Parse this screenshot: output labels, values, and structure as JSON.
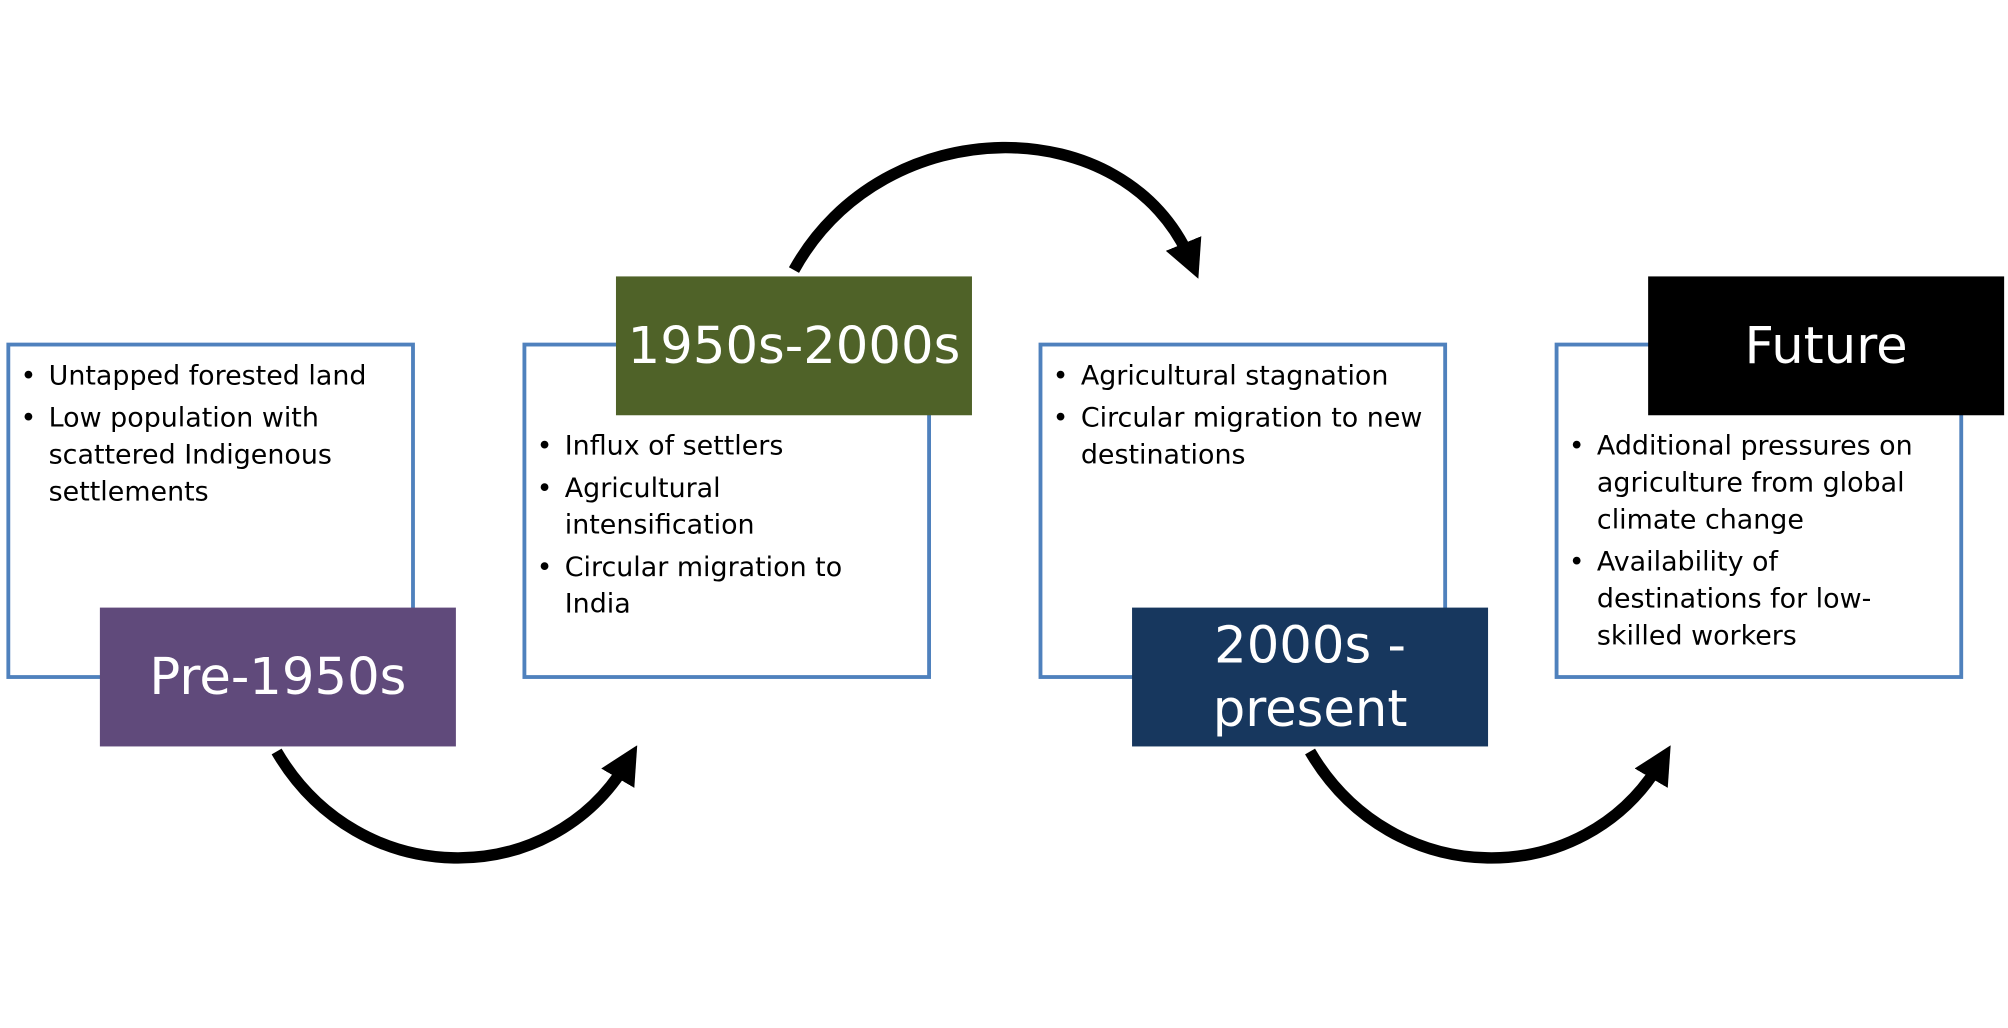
{
  "stages": [
    {
      "label": "Pre-1950s",
      "color": "#604a7b",
      "bullets": [
        "Untapped forested land",
        "Low population with scattered Indigenous settlements"
      ]
    },
    {
      "label": "1950s-2000s",
      "color": "#4f6228",
      "bullets": [
        "Influx of settlers",
        "Agricultural intensification",
        "Circular migration to India"
      ]
    },
    {
      "label": "2000s - present",
      "color": "#17375e",
      "bullets": [
        "Agricultural stagnation",
        "Circular migration to new destinations"
      ]
    },
    {
      "label": "Future",
      "color": "#000000",
      "bullets": [
        "Additional pressures on agriculture from global climate change",
        "Availability of destinations for low-skilled workers"
      ]
    }
  ],
  "colors": {
    "panel_border": "#4f81bd",
    "arrow": "#000000"
  }
}
